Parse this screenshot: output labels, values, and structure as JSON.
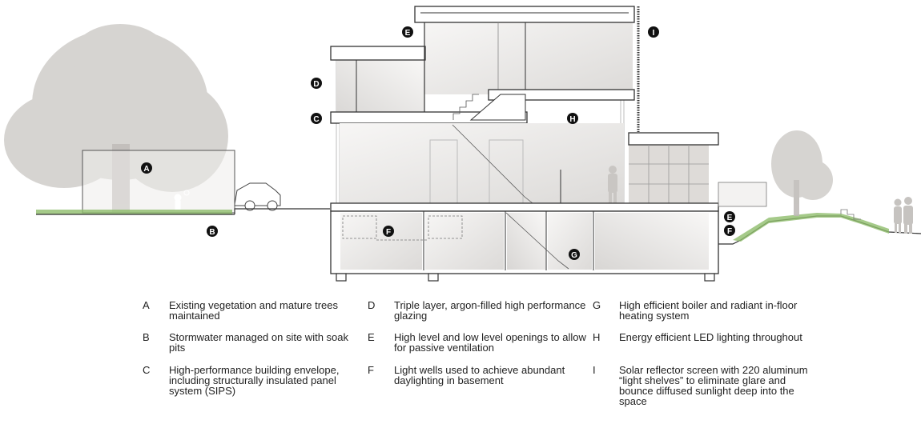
{
  "markers": {
    "A": "A",
    "B": "B",
    "C": "C",
    "D": "D",
    "E": "E",
    "F": "F",
    "G": "G",
    "H": "H",
    "I": "I"
  },
  "legend": [
    {
      "letter": "A",
      "text": "Existing vegetation and mature trees maintained"
    },
    {
      "letter": "B",
      "text": "Stormwater managed on site with soak pits"
    },
    {
      "letter": "C",
      "text": "High-performance building envelope, including structurally insulated panel system (SIPS)"
    },
    {
      "letter": "D",
      "text": "Triple layer, argon-filled high performance glazing"
    },
    {
      "letter": "E",
      "text": "High level and low level openings to allow for passive ventilation"
    },
    {
      "letter": "F",
      "text": "Light wells used to achieve abundant daylighting in basement"
    },
    {
      "letter": "G",
      "text": "High efficient boiler and radiant in-floor heating system"
    },
    {
      "letter": "H",
      "text": "Energy efficient LED lighting throughout"
    },
    {
      "letter": "I",
      "text": "Solar reflector screen with 220 aluminum “light shelves” to eliminate glare and bounce diffused sunlight deep into the space"
    }
  ],
  "colors": {
    "ink": "#333333",
    "marker": "#111111",
    "grass": "#7fae5a",
    "tree": "#c8c5c2",
    "interior": "#ebe9e7"
  }
}
